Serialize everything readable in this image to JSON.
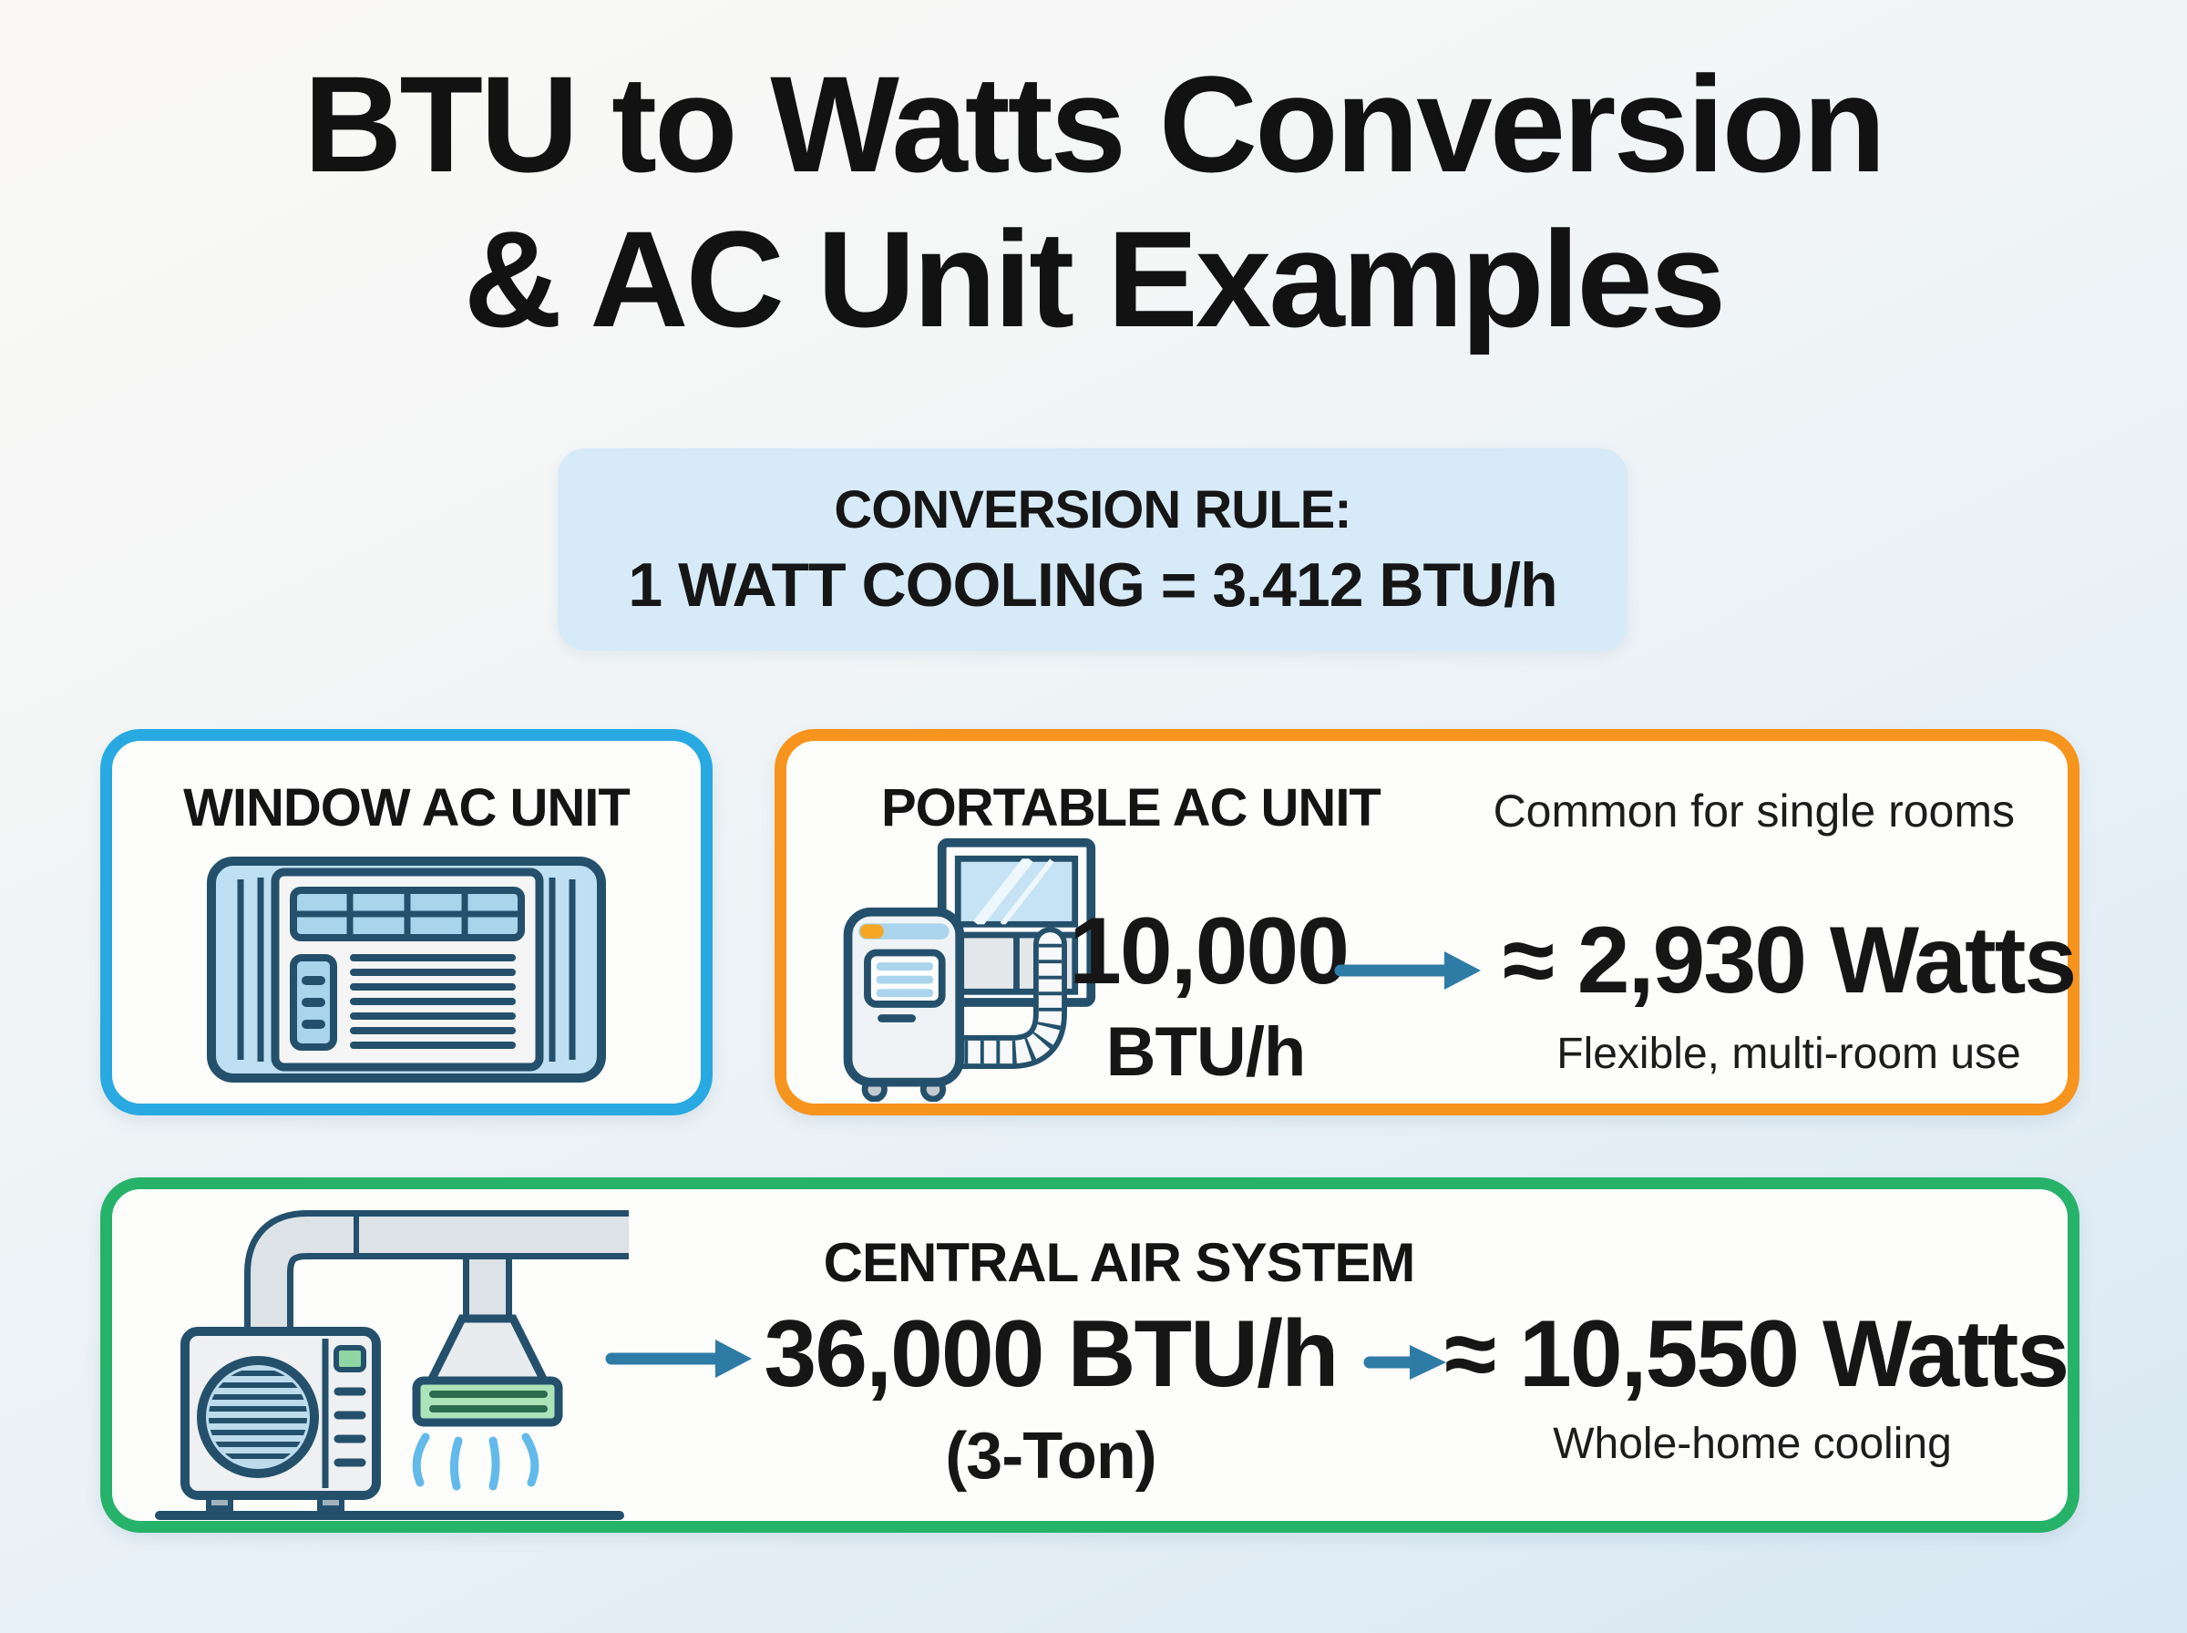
{
  "title": {
    "line1": "BTU to Watts Conversion",
    "line2": "& AC Unit Examples"
  },
  "conversion_rule": {
    "heading": "CONVERSION RULE:",
    "formula": "1 WATT COOLING = 3.412 BTU/h"
  },
  "window_unit_card": {
    "title": "WINDOW AC UNIT",
    "icon": "window-ac-unit-icon",
    "border_color": "#29a9e1"
  },
  "portable_unit_card": {
    "title": "PORTABLE AC UNIT",
    "note": "Common for single rooms",
    "btu_value": "10,000",
    "btu_unit": "BTU/h",
    "watts_value": "≈ 2,930 Watts",
    "caption": "Flexible, multi-room use",
    "icon": "portable-ac-unit-icon",
    "arrow_icon": "right-arrow-icon",
    "border_color": "#f7941d"
  },
  "central_air_card": {
    "title": "CENTRAL AIR SYSTEM",
    "btu_value": "36,000 BTU/h",
    "tonnage": "(3-Ton)",
    "watts_value": "≈ 10,550 Watts",
    "caption": "Whole-home cooling",
    "icon": "central-air-system-icon",
    "arrow_icon": "right-arrow-icon",
    "border_color": "#27b26a"
  },
  "colors": {
    "text": "#161616",
    "rule_box_bg": "#d6eaf8",
    "blue_border": "#29a9e1",
    "orange_border": "#f7941d",
    "green_border": "#27b26a",
    "arrow_blue": "#2e7ca6",
    "illustration_outline": "#24506b",
    "illustration_light_blue": "#a9d4ec",
    "vent_green": "#ace3b8",
    "indicator_orange": "#f5a623",
    "airflow_blue": "#63b9ea"
  }
}
